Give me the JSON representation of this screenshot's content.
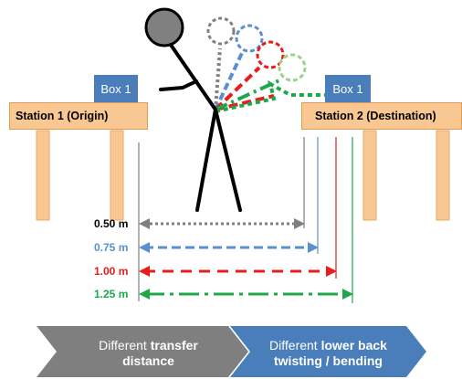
{
  "box_label": "Box 1",
  "stations": {
    "origin": "Station 1 (Origin)",
    "destination": "Station 2 (Destination)"
  },
  "distances": [
    {
      "label": "0.50 m",
      "color": "#7f7f7f"
    },
    {
      "label": "0.75 m",
      "color": "#5b8fd0"
    },
    {
      "label": "1.00 m",
      "color": "#e81c1c"
    },
    {
      "label": "1.25 m",
      "color": "#1ea84a"
    }
  ],
  "banner": {
    "left": {
      "prefix": "Different ",
      "bold": "transfer",
      "line2": "distance",
      "color": "#7f7f7f"
    },
    "right": {
      "prefix": "Different ",
      "bold": "lower back",
      "line2": "twisting / bending",
      "color": "#4a7ebb"
    }
  },
  "colors": {
    "box": "#4a7ebb",
    "station_top": "#f9c892",
    "leg": "#f9c892",
    "figure": "#000000",
    "head_fill": "#808080"
  },
  "icons": [
    "stick-figure",
    "ghost-head-gray",
    "ghost-head-blue",
    "ghost-head-red",
    "ghost-head-green"
  ]
}
